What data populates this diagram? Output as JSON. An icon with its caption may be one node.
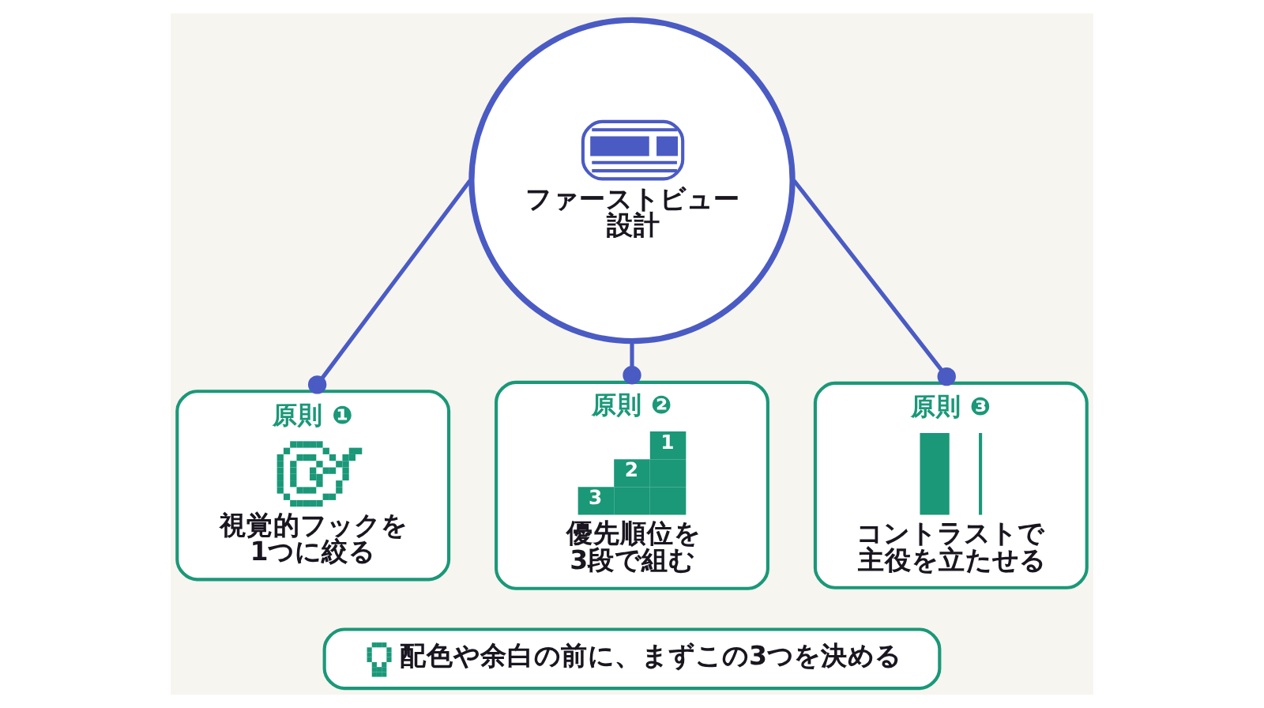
{
  "diagram": {
    "nodes": [
      {
        "text": [
          "ファーストビュー設計"
        ]
      },
      {
        "text": [
          "原則 ❶",
          "視覚的フックを1つに絞る"
        ]
      },
      {
        "text": [
          "原則 ❷",
          "1",
          "2",
          "3",
          "優先順位を3段で組む"
        ]
      },
      {
        "text": [
          "原則 ❸",
          "コントラストで主役を立たせる"
        ]
      },
      {
        "text": [
          "配色や余白の前に、まずこの3つを決める"
        ]
      }
    ],
    "edges": [
      {
        "from": 0,
        "to": 1,
        "arrow": "other"
      },
      {
        "from": 0,
        "to": 2,
        "arrow": "other"
      },
      {
        "from": 0,
        "to": 3,
        "arrow": "other"
      }
    ]
  }
}
